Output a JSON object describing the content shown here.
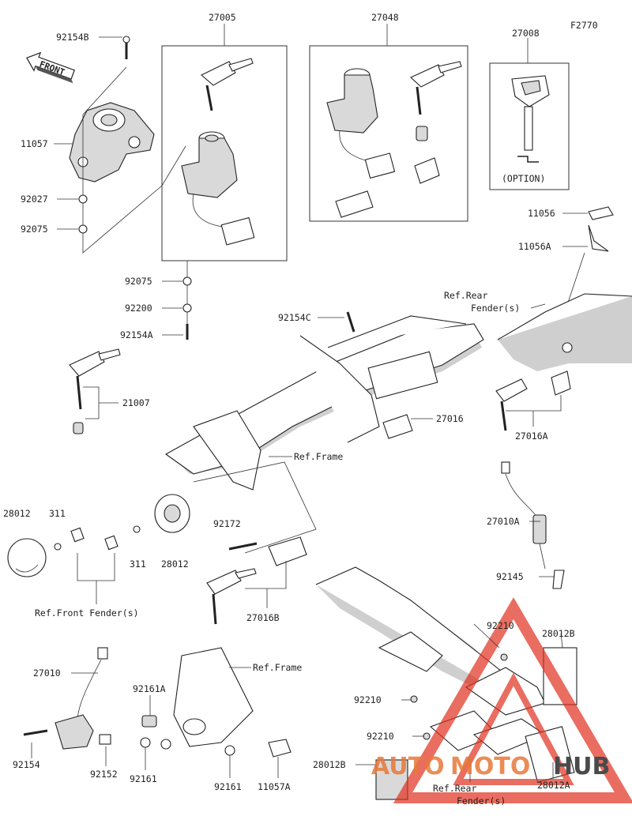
{
  "diagram_code": "F2770",
  "front_label": "FRONT",
  "option_label": "(OPTION)",
  "labels": {
    "p92154B": "92154B",
    "p27005": "27005",
    "p27048": "27048",
    "p27008": "27008",
    "p11057": "11057",
    "p92027": "92027",
    "p92075a": "92075",
    "p92075b": "92075",
    "p92200": "92200",
    "p92154A": "92154A",
    "p11056": "11056",
    "p11056A": "11056A",
    "p92154C": "92154C",
    "p21007": "21007",
    "p27016": "27016",
    "p27016A": "27016A",
    "p28012a": "28012",
    "p311a": "311",
    "p311b": "311",
    "p28012b": "28012",
    "p92172": "92172",
    "p27016B": "27016B",
    "p27010A": "27010A",
    "p92145": "92145",
    "p92210a": "92210",
    "p28012B_top": "28012B",
    "p27010": "27010",
    "p92161A": "92161A",
    "p92210b": "92210",
    "p92210c": "92210",
    "p92154": "92154",
    "p92152": "92152",
    "p92161a": "92161",
    "p92161b": "92161",
    "p11057A": "11057A",
    "p28012B_bot": "28012B",
    "p28012A": "28012A"
  },
  "refs": {
    "rear_fender_top_1": "Ref.Rear",
    "rear_fender_top_2": "Fender(s)",
    "frame_1": "Ref.Frame",
    "front_fender": "Ref.Front Fender(s)",
    "frame_2": "Ref.Frame",
    "rear_fender_bot_1": "Ref.Rear",
    "rear_fender_bot_2": "Fender(s)"
  },
  "watermark": {
    "part1": "AUTO",
    "part2": "MOTO",
    "part3": "HUB",
    "accent_color": "#e0301e",
    "orange_color": "#e8793a"
  }
}
